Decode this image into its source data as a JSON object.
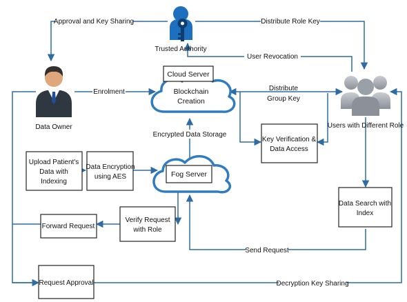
{
  "colors": {
    "connector": "#2d6da3",
    "cloud_stroke": "#2f7cc0",
    "box_stroke": "#222222"
  },
  "actors": {
    "trusted_authority": {
      "label": "Trusted Authority",
      "icon": "key-person-icon"
    },
    "data_owner": {
      "label": "Data Owner",
      "icon": "businessman-icon"
    },
    "users": {
      "label": "Users with Different Role",
      "icon": "user-group-icon"
    }
  },
  "nodes": {
    "cloud_server": "Cloud Server",
    "blockchain_line1": "Blockchain",
    "blockchain_line2": "Creation",
    "fog_server": "Fog Server",
    "upload_line1": "Upload Patient's",
    "upload_line2": "Data with",
    "upload_line3": "Indexing",
    "encrypt_line1": "Data Encryption",
    "encrypt_line2": "using AES",
    "keyver_line1": "Key Verification &",
    "keyver_line2": "Data Access",
    "forward_request": "Forward Request",
    "verify_line1": "Verify Request",
    "verify_line2": "with Role",
    "search_line1": "Data Search with",
    "search_line2": "Index",
    "request_approval": "Request Approval"
  },
  "edges": {
    "approval_key_sharing": "Approval and Key Sharing",
    "distribute_role_key": "Distribute Role Key",
    "user_revocation": "User Revocation",
    "enrolment": "Enrolment",
    "distribute_group_line1": "Distribute",
    "distribute_group_line2": "Group Key",
    "encrypted_storage": "Encrypted Data Storage",
    "send_request": "Send Request",
    "decryption_key_sharing": "Decryption Key Sharing"
  }
}
